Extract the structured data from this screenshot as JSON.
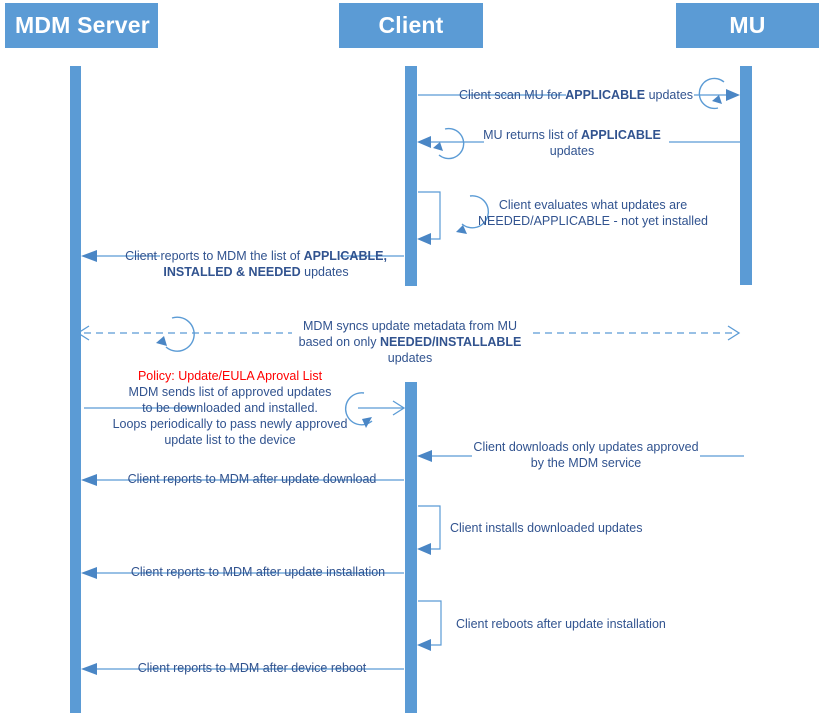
{
  "diagram": {
    "title": "MDM / Client / MU update sequence",
    "colors": {
      "accent": "#5b9bd5",
      "text": "#31538f",
      "policy": "#ff0000",
      "header_text": "#ffffff",
      "background": "#ffffff"
    }
  },
  "actors": [
    {
      "id": "mdm",
      "label": "MDM Server"
    },
    {
      "id": "client",
      "label": "Client"
    },
    {
      "id": "mu",
      "label": "MU"
    }
  ],
  "messages": [
    {
      "id": "m1",
      "from": "client",
      "to": "mu",
      "loop": true,
      "dashed": false,
      "lines": [
        [
          {
            "t": "Client scan MU for ",
            "b": false
          },
          {
            "t": "APPLICABLE",
            "b": true
          },
          {
            "t": " updates",
            "b": false
          }
        ]
      ]
    },
    {
      "id": "m2",
      "from": "mu",
      "to": "client",
      "loop": true,
      "dashed": false,
      "lines": [
        [
          {
            "t": "MU returns list of ",
            "b": false
          },
          {
            "t": "APPLICABLE",
            "b": true
          }
        ],
        [
          {
            "t": "updates",
            "b": false
          }
        ]
      ]
    },
    {
      "id": "m3",
      "from": "client",
      "to": "client",
      "loop": true,
      "dashed": false,
      "self": true,
      "lines": [
        [
          {
            "t": "Client evaluates what updates are",
            "b": false
          }
        ],
        [
          {
            "t": "NEEDED/APPLICABLE - not yet installed",
            "b": false
          }
        ]
      ]
    },
    {
      "id": "m4",
      "from": "client",
      "to": "mdm",
      "loop": false,
      "dashed": false,
      "lines": [
        [
          {
            "t": "Client reports to MDM the list of ",
            "b": false
          },
          {
            "t": "APPLICABLE,",
            "b": true
          }
        ],
        [
          {
            "t": "INSTALLED & NEEDED",
            "b": true
          },
          {
            "t": " updates",
            "b": false
          }
        ]
      ]
    },
    {
      "id": "m5",
      "from": "mu",
      "to": "mdm",
      "loop": true,
      "dashed": true,
      "lines": [
        [
          {
            "t": "MDM syncs update metadata from MU",
            "b": false
          }
        ],
        [
          {
            "t": "based on only ",
            "b": false
          },
          {
            "t": "NEEDED/INSTALLABLE",
            "b": true
          },
          {
            "t": " updates",
            "b": false
          }
        ]
      ]
    },
    {
      "id": "m6",
      "from": "mdm",
      "to": "client",
      "loop": true,
      "dashed": false,
      "policy_line": "Policy: Update/EULA Aproval List",
      "lines": [
        [
          {
            "t": "MDM sends list of approved updates",
            "b": false
          }
        ],
        [
          {
            "t": "to be downloaded and installed.",
            "b": false
          }
        ],
        [
          {
            "t": "Loops periodically to pass newly approved",
            "b": false
          }
        ],
        [
          {
            "t": "update list to the device",
            "b": false
          }
        ]
      ]
    },
    {
      "id": "m7",
      "from": "mu",
      "to": "client",
      "loop": false,
      "dashed": false,
      "lines": [
        [
          {
            "t": "Client downloads only updates approved",
            "b": false
          }
        ],
        [
          {
            "t": "by the MDM service",
            "b": false
          }
        ]
      ]
    },
    {
      "id": "m8",
      "from": "client",
      "to": "mdm",
      "loop": false,
      "dashed": false,
      "lines": [
        [
          {
            "t": "Client reports to MDM after update download",
            "b": false
          }
        ]
      ]
    },
    {
      "id": "m9",
      "from": "client",
      "to": "client",
      "self": true,
      "loop": false,
      "dashed": false,
      "lines": [
        [
          {
            "t": "Client installs downloaded updates",
            "b": false
          }
        ]
      ]
    },
    {
      "id": "m10",
      "from": "client",
      "to": "mdm",
      "loop": false,
      "dashed": false,
      "lines": [
        [
          {
            "t": "Client reports to MDM after update installation",
            "b": false
          }
        ]
      ]
    },
    {
      "id": "m11",
      "from": "client",
      "to": "client",
      "self": true,
      "loop": false,
      "dashed": false,
      "lines": [
        [
          {
            "t": "Client reboots after update installation",
            "b": false
          }
        ]
      ]
    },
    {
      "id": "m12",
      "from": "client",
      "to": "mdm",
      "loop": false,
      "dashed": false,
      "lines": [
        [
          {
            "t": "Client reports to MDM after device reboot",
            "b": false
          }
        ]
      ]
    }
  ]
}
